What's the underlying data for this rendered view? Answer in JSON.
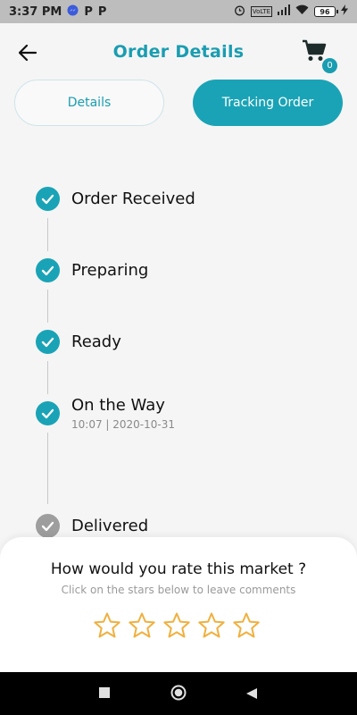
{
  "status_bar": {
    "time": "3:37 PM",
    "app_icons": [
      "messenger-icon",
      "p-icon",
      "p-icon"
    ],
    "p1": "P",
    "p2": "P",
    "volte": "VoLTE",
    "battery": "96"
  },
  "header": {
    "title": "Order Details",
    "cart_count": "0"
  },
  "tabs": {
    "details": "Details",
    "tracking": "Tracking Order",
    "active": "tracking"
  },
  "timeline": [
    {
      "label": "Order Received",
      "sub": "",
      "done": true
    },
    {
      "label": "Preparing",
      "sub": "",
      "done": true
    },
    {
      "label": "Ready",
      "sub": "",
      "done": true
    },
    {
      "label": "On the Way",
      "sub": "10:07 | 2020-10-31",
      "done": true
    },
    {
      "label": "Delivered",
      "sub": "",
      "done": false
    }
  ],
  "rating": {
    "title": "How would you rate this market ?",
    "subtitle": "Click on the stars below to leave comments",
    "stars": 0,
    "max_stars": 5
  },
  "colors": {
    "accent": "#1aa3b6",
    "title": "#1a9db1",
    "pending": "#9e9e9e",
    "star": "#f0b03f"
  }
}
